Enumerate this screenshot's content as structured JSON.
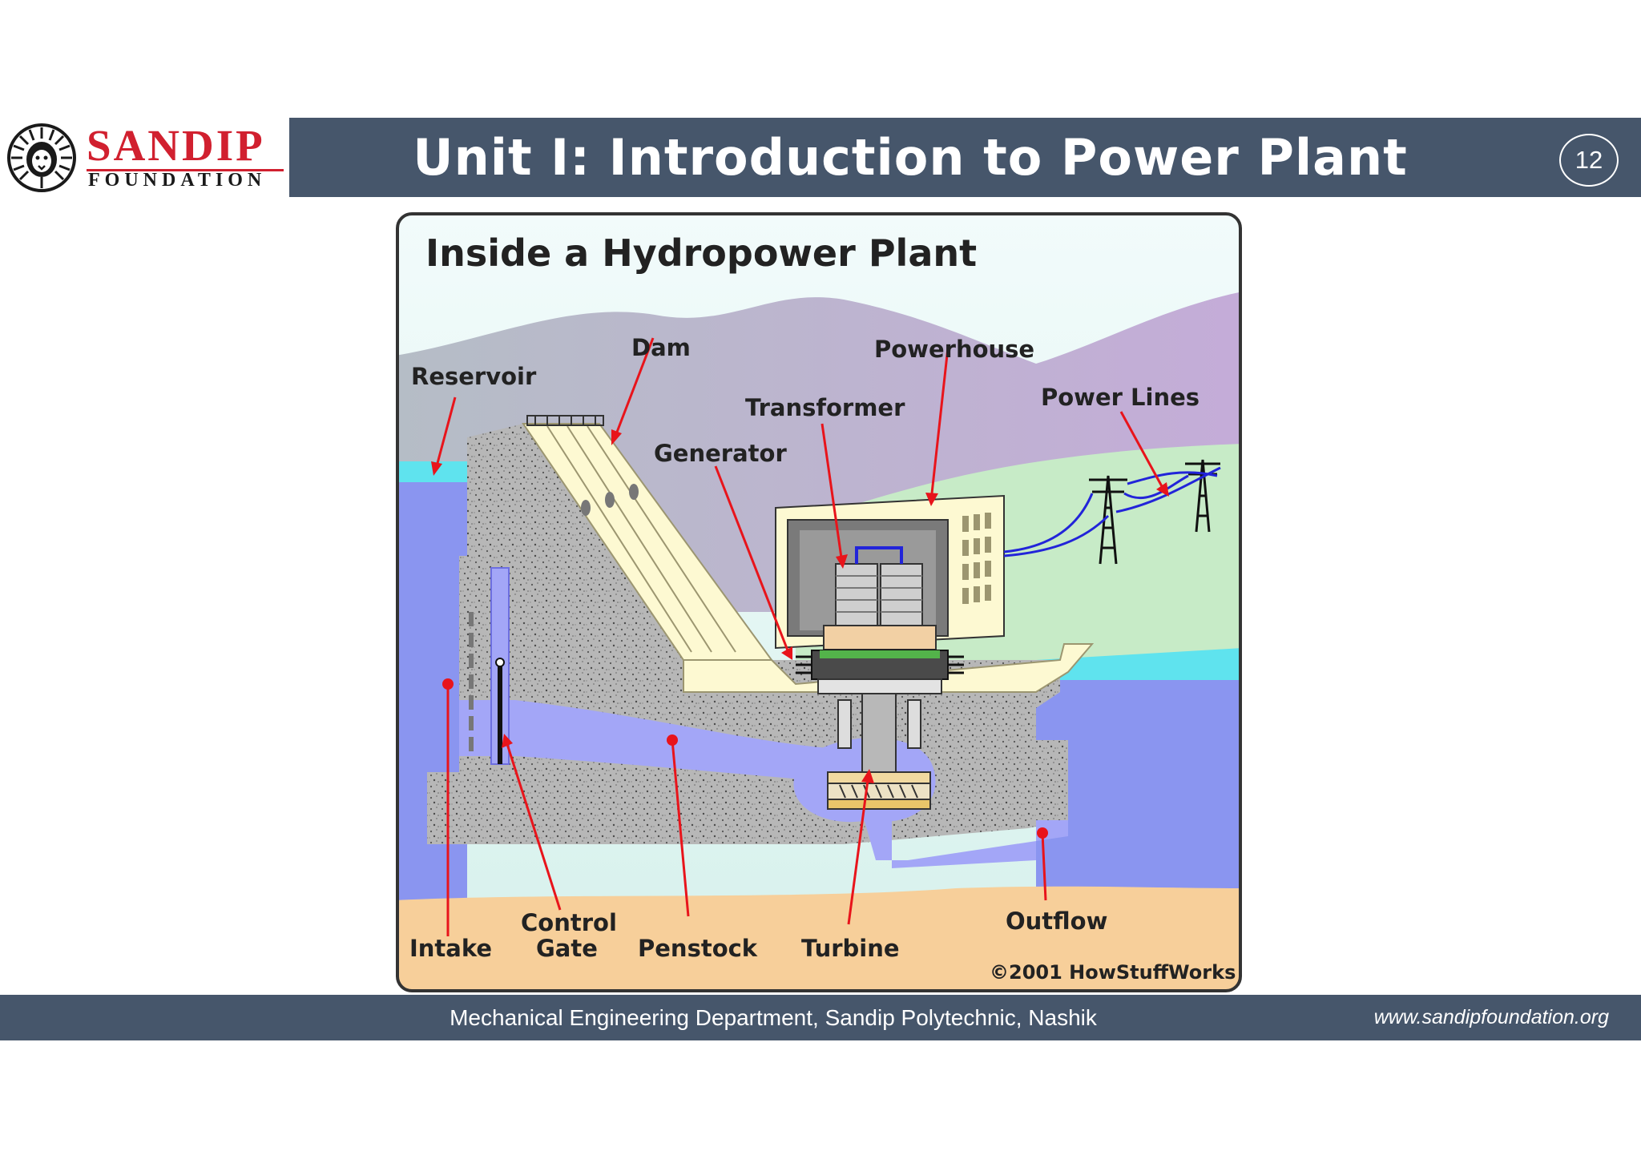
{
  "header": {
    "title": "Unit I: Introduction  to Power Plant",
    "slide_number": "12",
    "brand": {
      "name": "SANDIP",
      "subtitle": "FOUNDATION"
    }
  },
  "figure": {
    "title": "Inside a Hydropower Plant",
    "labels": {
      "reservoir": "Reservoir",
      "dam": "Dam",
      "powerhouse": "Powerhouse",
      "transformer": "Transformer",
      "power_lines": "Power Lines",
      "generator": "Generator",
      "intake": "Intake",
      "control_gate_line1": "Control",
      "control_gate_line2": "Gate",
      "penstock": "Penstock",
      "turbine": "Turbine",
      "outflow": "Outflow"
    },
    "copyright": "©2001 HowStuffWorks"
  },
  "footer": {
    "department": "Mechanical Engineering Department, Sandip Polytechnic, Nashik",
    "url": "www.sandipfoundation.org"
  }
}
